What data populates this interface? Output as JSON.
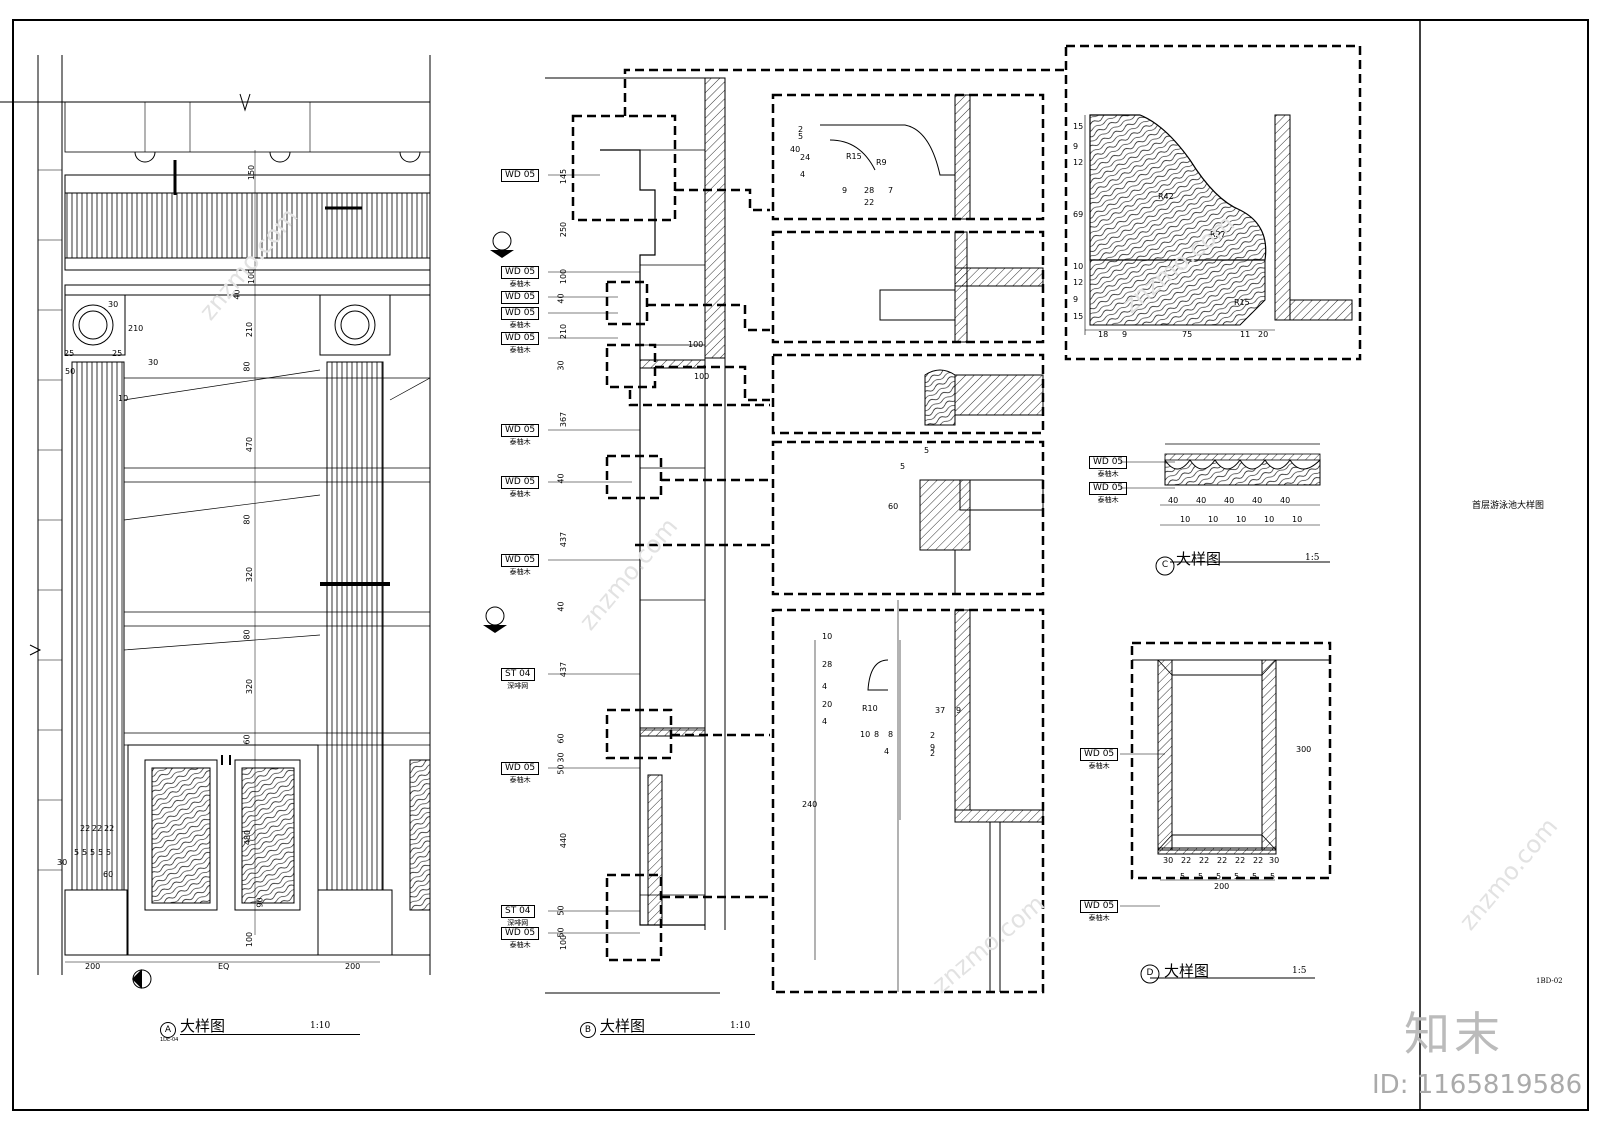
{
  "tags": {
    "wd05": "WD 05",
    "st04": "ST 04",
    "teak": "泰柚木",
    "coffee_stone": "深啡网"
  },
  "details": {
    "A": {
      "letter": "A",
      "title": "大样图",
      "scale": "1:10",
      "ref": "1DE-04"
    },
    "B": {
      "letter": "B",
      "title": "大样图",
      "scale": "1:10"
    },
    "C": {
      "letter": "C",
      "title": "大样图",
      "scale": "1:5"
    },
    "D": {
      "letter": "D",
      "title": "大样图",
      "scale": "1:5"
    }
  },
  "title_block": {
    "drawing_name": "首层游泳池大样图",
    "drawing_no": "1BD-02"
  },
  "dims": {
    "a_right": [
      "150",
      "100",
      "40",
      "210",
      "80",
      "470",
      "80",
      "320",
      "80",
      "320",
      "60",
      "480",
      "90",
      "100"
    ],
    "a_bottom": [
      "200",
      "EQ",
      "200"
    ],
    "a_left": [
      "30",
      "210",
      "25",
      "25",
      "30",
      "10",
      "50",
      "60",
      "30",
      "22",
      "22",
      "22",
      "5",
      "5",
      "5",
      "5",
      "5"
    ],
    "b_left": [
      "145",
      "250",
      "100",
      "40",
      "210",
      "30",
      "367",
      "40",
      "437",
      "40",
      "437",
      "60",
      "30",
      "50",
      "440",
      "50",
      "50",
      "100"
    ],
    "b_mid": [
      "100",
      "100"
    ],
    "d1": [
      "2",
      "5",
      "40",
      "24",
      "4",
      "9",
      "28",
      "7",
      "22",
      "R15",
      "R9"
    ],
    "d5": [
      "5",
      "5",
      "60"
    ],
    "d6": [
      "10",
      "28",
      "4",
      "20",
      "4",
      "240",
      "10",
      "8",
      "8",
      "4",
      "R10",
      "37",
      "9",
      "2",
      "9",
      "2"
    ],
    "big": [
      "15",
      "9",
      "12",
      "69",
      "10",
      "12",
      "9",
      "15",
      "18",
      "9",
      "75",
      "11",
      "20",
      "R42",
      "R27",
      "R15"
    ],
    "c": [
      "40",
      "40",
      "40",
      "40",
      "40",
      "10",
      "10",
      "10",
      "10",
      "10"
    ],
    "d_detail": [
      "300",
      "30",
      "22",
      "22",
      "22",
      "22",
      "22",
      "30",
      "5",
      "5",
      "5",
      "5",
      "5",
      "5",
      "200"
    ]
  },
  "watermark": {
    "site": "znzmo.com",
    "logo": "知末",
    "id": "ID: 1165819586"
  }
}
